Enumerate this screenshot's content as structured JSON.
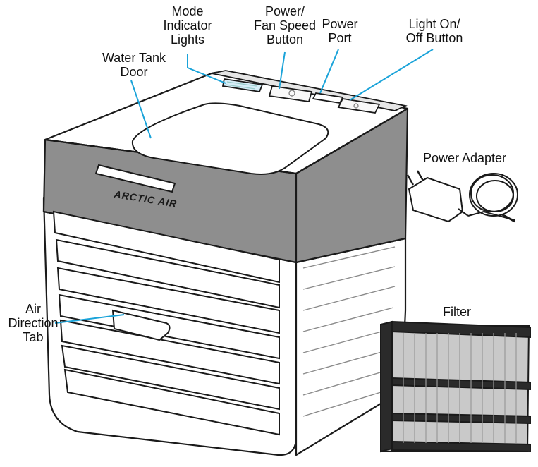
{
  "labels": {
    "mode_indicator_lights": [
      "Mode",
      "Indicator",
      "Lights"
    ],
    "power_fan_speed_button": [
      "Power/",
      "Fan Speed",
      "Button"
    ],
    "power_port": [
      "Power",
      "Port"
    ],
    "light_on_off_button": [
      "Light On/",
      "Off Button"
    ],
    "water_tank_door": [
      "Water Tank",
      "Door"
    ],
    "power_adapter": [
      "Power Adapter"
    ],
    "air_direction_tab": [
      "Air",
      "Direction",
      "Tab"
    ],
    "filter": [
      "Filter"
    ]
  },
  "brand": "ARCTIC AIR",
  "colors": {
    "leader_line": "#1aa3d9",
    "band": "#8e8e8e",
    "outline": "#1a1a1a",
    "filter_frame": "#2a2a2a"
  }
}
